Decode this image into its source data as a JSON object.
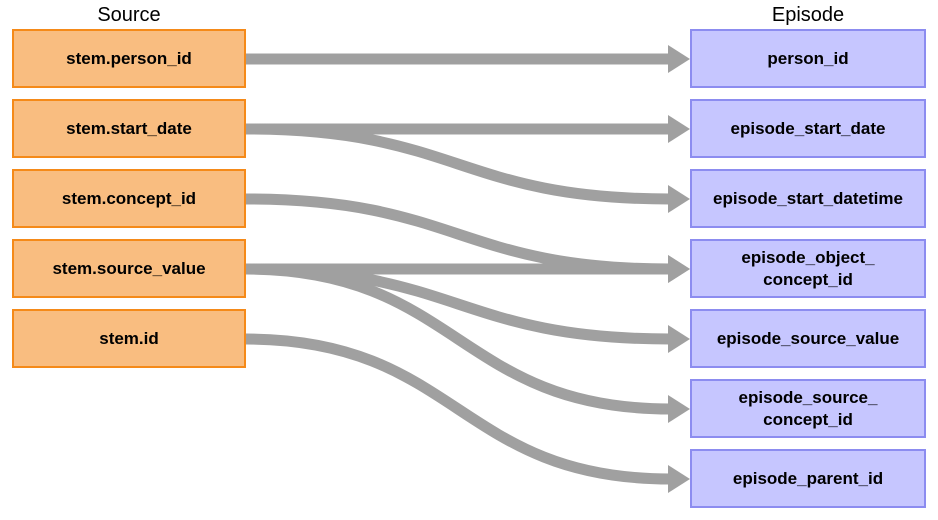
{
  "titles": {
    "source": "Source",
    "target": "Episode"
  },
  "source_fields": [
    "stem.person_id",
    "stem.start_date",
    "stem.concept_id",
    "stem.source_value",
    "stem.id"
  ],
  "target_fields": [
    "person_id",
    "episode_start_date",
    "episode_start_datetime",
    "episode_object_\nconcept_id",
    "episode_source_value",
    "episode_source_\nconcept_id",
    "episode_parent_id"
  ],
  "mappings": [
    {
      "from": 0,
      "to": 0
    },
    {
      "from": 1,
      "to": 1
    },
    {
      "from": 1,
      "to": 2
    },
    {
      "from": 2,
      "to": 3
    },
    {
      "from": 3,
      "to": 3
    },
    {
      "from": 3,
      "to": 4
    },
    {
      "from": 3,
      "to": 5
    },
    {
      "from": 4,
      "to": 6
    }
  ],
  "colors": {
    "source_fill": "#f9bd80",
    "source_border": "#f58a19",
    "target_fill": "#c6c6ff",
    "target_border": "#8c8cf0",
    "arrow": "#a0a0a0"
  }
}
